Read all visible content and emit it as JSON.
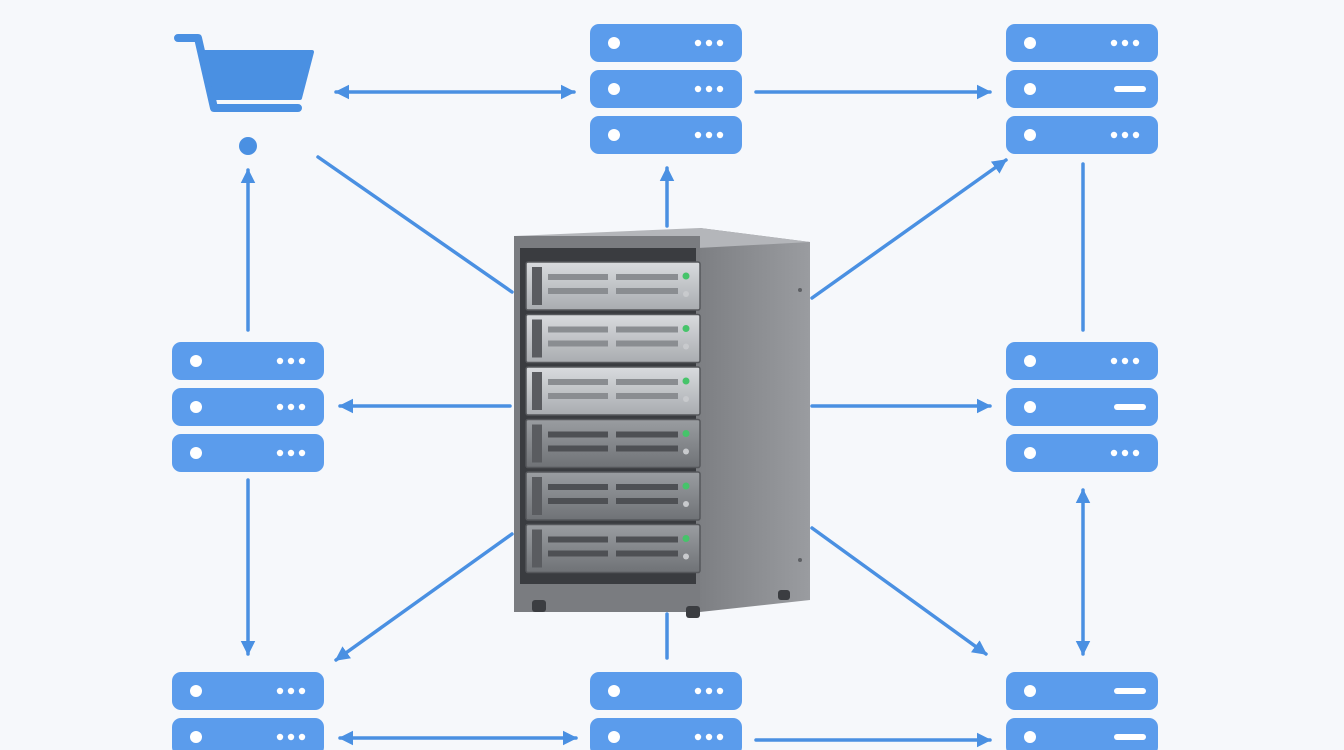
{
  "theme": {
    "background": "#f6f8fb",
    "accent": "#4a90e2",
    "accent_light": "#5b9cec",
    "server_body": "#8e9094",
    "server_dark": "#6c6e72",
    "led_green": "#46c46a"
  },
  "central_server": {
    "icon": "server-rack-icon",
    "units": 6
  },
  "nodes": [
    {
      "id": "cart",
      "icon": "shopping-cart-icon"
    },
    {
      "id": "top-center",
      "icon": "server-stack-icon"
    },
    {
      "id": "top-right",
      "icon": "server-stack-icon"
    },
    {
      "id": "middle-left",
      "icon": "server-stack-icon"
    },
    {
      "id": "middle-right",
      "icon": "server-stack-icon"
    },
    {
      "id": "bottom-left",
      "icon": "server-stack-icon"
    },
    {
      "id": "bottom-center",
      "icon": "server-stack-icon"
    },
    {
      "id": "bottom-right",
      "icon": "server-stack-icon"
    }
  ],
  "connections": [
    {
      "from": "cart",
      "to": "top-center",
      "direction": "both"
    },
    {
      "from": "top-center",
      "to": "top-right",
      "direction": "forward"
    },
    {
      "from": "central-server",
      "to": "top-center",
      "direction": "forward"
    },
    {
      "from": "central-server",
      "to": "top-right",
      "direction": "forward"
    },
    {
      "from": "cart",
      "to": "central-server",
      "direction": "none"
    },
    {
      "from": "middle-left",
      "to": "cart",
      "direction": "forward"
    },
    {
      "from": "central-server",
      "to": "middle-left",
      "direction": "forward"
    },
    {
      "from": "central-server",
      "to": "middle-right",
      "direction": "forward"
    },
    {
      "from": "top-right",
      "to": "middle-right",
      "direction": "none"
    },
    {
      "from": "middle-left",
      "to": "bottom-left",
      "direction": "forward"
    },
    {
      "from": "central-server",
      "to": "bottom-left",
      "direction": "forward"
    },
    {
      "from": "central-server",
      "to": "bottom-right",
      "direction": "forward"
    },
    {
      "from": "central-server",
      "to": "bottom-center",
      "direction": "none"
    },
    {
      "from": "middle-right",
      "to": "bottom-right",
      "direction": "both"
    },
    {
      "from": "bottom-left",
      "to": "bottom-center",
      "direction": "both"
    },
    {
      "from": "bottom-center",
      "to": "bottom-right",
      "direction": "forward"
    }
  ]
}
